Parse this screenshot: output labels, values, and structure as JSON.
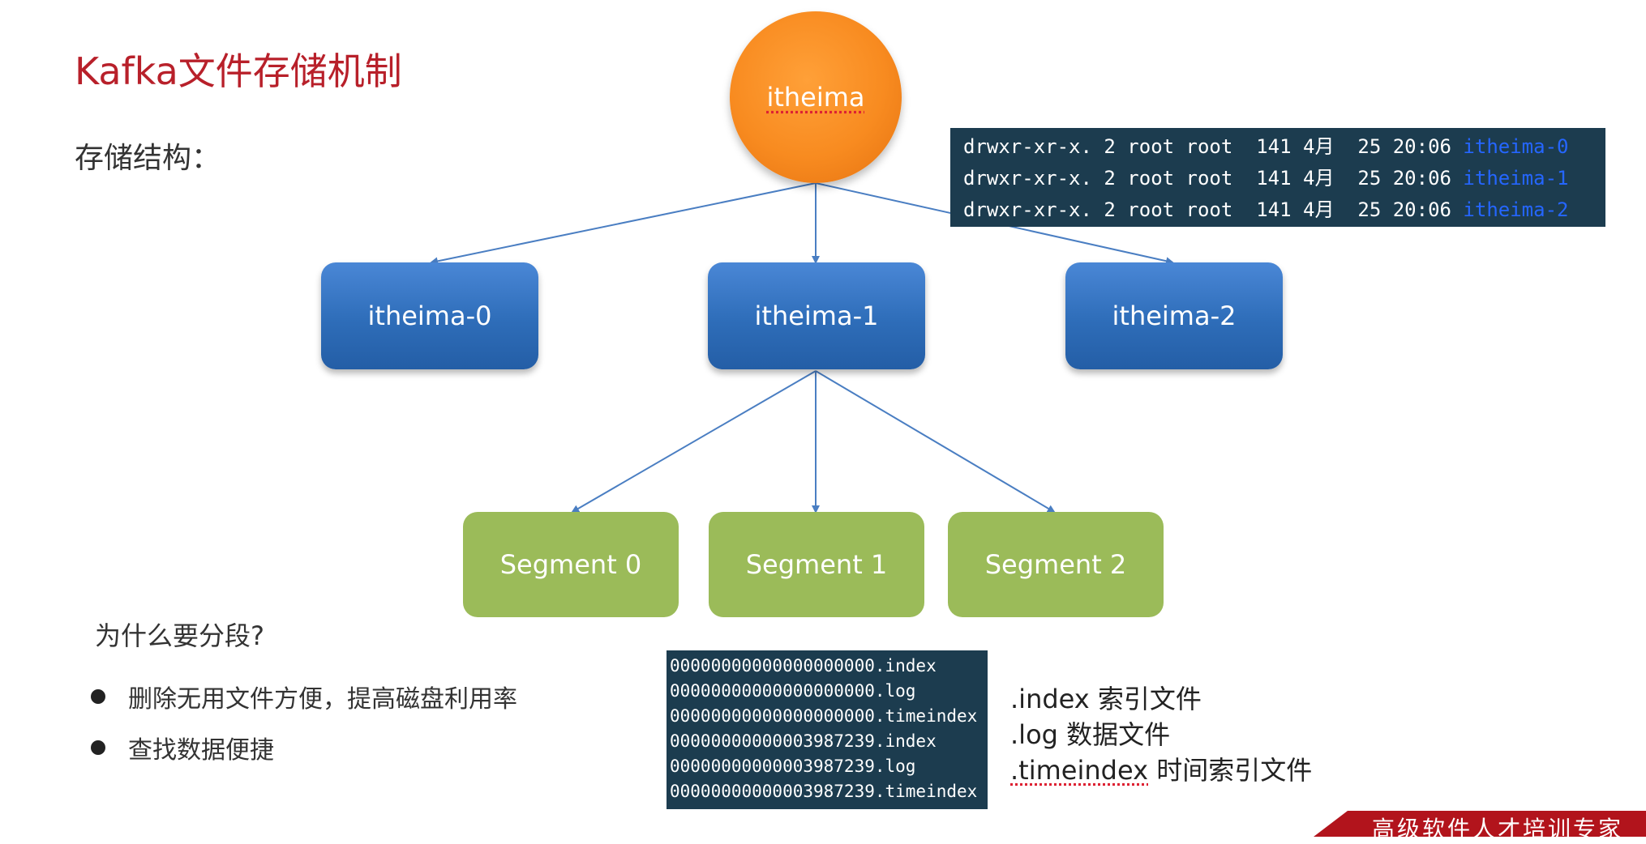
{
  "title": "Kafka文件存储机制",
  "subtitle": "存储结构：",
  "root": {
    "label": "itheima"
  },
  "partitions": [
    "itheima-0",
    "itheima-1",
    "itheima-2"
  ],
  "segments": [
    "Segment 0",
    "Segment 1",
    "Segment 2"
  ],
  "dir_listing": [
    {
      "prefix": "drwxr-xr-x. 2 root root  141 4月  25 20:06 ",
      "name": "itheima-0"
    },
    {
      "prefix": "drwxr-xr-x. 2 root root  141 4月  25 20:06 ",
      "name": "itheima-1"
    },
    {
      "prefix": "drwxr-xr-x. 2 root root  141 4月  25 20:06 ",
      "name": "itheima-2"
    }
  ],
  "file_listing": [
    "00000000000000000000.index",
    "00000000000000000000.log",
    "00000000000000000000.timeindex",
    "00000000000003987239.index",
    "00000000000003987239.log",
    "00000000000003987239.timeindex"
  ],
  "why": {
    "heading": "为什么要分段?",
    "bullets": [
      "删除无用文件方便，提高磁盘利用率",
      "查找数据便捷"
    ]
  },
  "legend": [
    {
      "ext": ".index",
      "desc": "  索引文件"
    },
    {
      "ext": ".log",
      "desc": " 数据文件"
    },
    {
      "ext": ".timeindex",
      "desc": " 时间索引文件"
    }
  ],
  "footer": {
    "text": "高级软件人才培训专家"
  },
  "colors": {
    "title": "#b8202a",
    "root_fill": "#f88b20",
    "partition_fill": "#2e6db9",
    "segment_fill": "#9bbb59",
    "terminal_bg": "#1c3c4f",
    "dir_name": "#2566ff",
    "edge": "#4a7ec2",
    "footer": "#b2141c"
  }
}
